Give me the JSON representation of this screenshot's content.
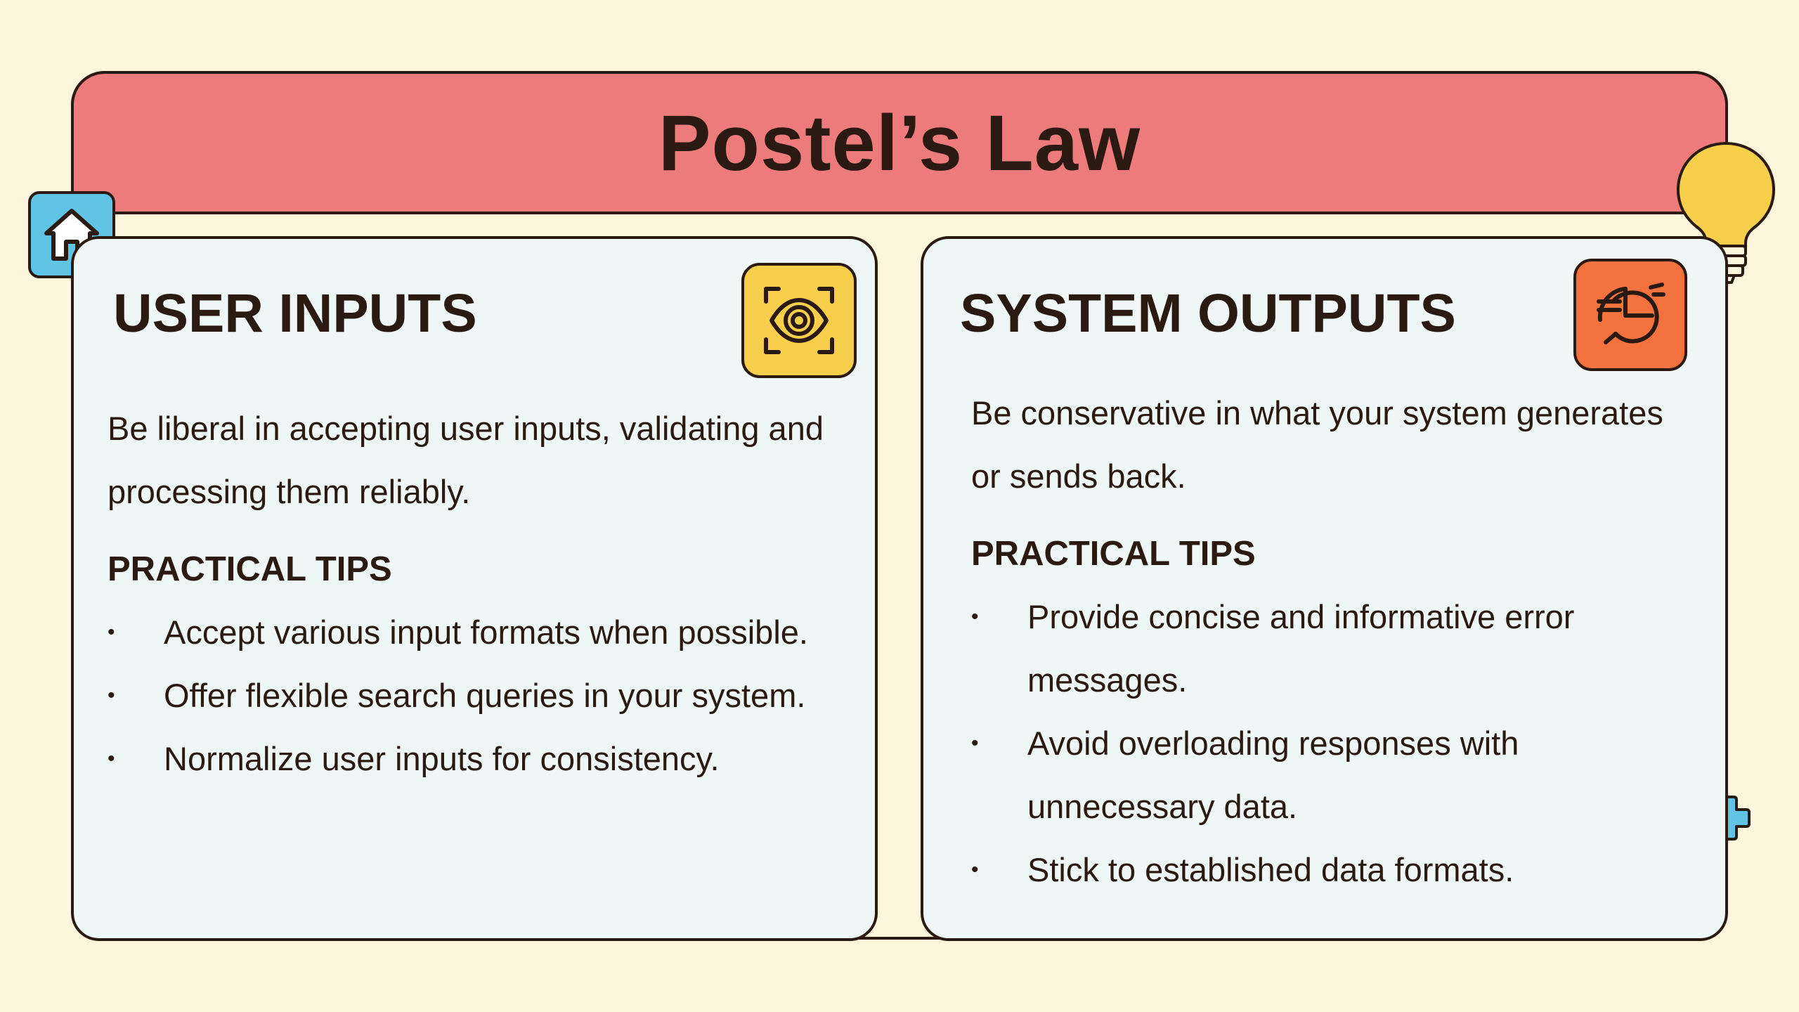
{
  "title": "Postel’s Law",
  "colors": {
    "background": "#fdf5dc",
    "title_bar": "#ee7b7b",
    "card": "#eef6f6",
    "outline": "#2a1a12",
    "eye_badge": "#f7cf4b",
    "chart_badge": "#f4723e",
    "home_badge": "#5fc4e6",
    "bulb": "#f7cf4b",
    "plus": "#5fc4e6"
  },
  "user_inputs": {
    "heading": "USER INPUTS",
    "icon": "eye-scan-icon",
    "description": "Be liberal in accepting user inputs, validating and processing them reliably.",
    "tips_heading": "PRACTICAL TIPS",
    "tips": [
      "Accept various input formats when possible.",
      "Offer flexible search queries in your system.",
      "Normalize user inputs for consistency."
    ]
  },
  "system_outputs": {
    "heading": "SYSTEM OUTPUTS",
    "icon": "pie-chart-icon",
    "description": "Be conservative in what your system generates or sends back.",
    "tips_heading": "PRACTICAL TIPS",
    "tips": [
      "Provide concise and informative error messages.",
      "Avoid overloading responses with unnecessary data.",
      "Stick to established data formats."
    ]
  },
  "decorations": {
    "home": "home-icon",
    "bulb": "light-bulb-icon",
    "plus": "plus-icon"
  }
}
